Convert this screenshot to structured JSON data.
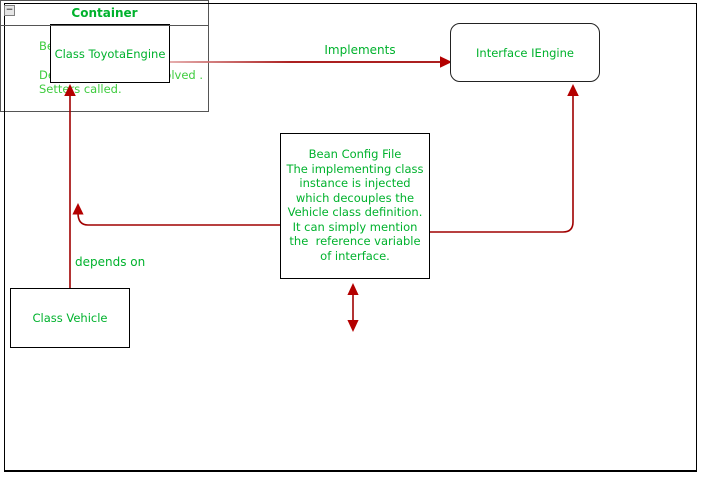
{
  "nodes": {
    "toyota_engine": {
      "label": "Class ToyotaEngine"
    },
    "iengine": {
      "label": "Interface IEngine"
    },
    "bean_config": {
      "lines": [
        "Bean Config File",
        "The implementing class",
        "instance is injected",
        "which decouples the",
        "Vehicle class definition.",
        "It can simply mention",
        "the  reference variable",
        "of interface."
      ]
    },
    "vehicle": {
      "label": "Class Vehicle"
    },
    "container": {
      "title": "Container",
      "body_lines": [
        "Bean Instantiation",
        "Dependencies are resolved .",
        "Setters called."
      ]
    }
  },
  "edges": {
    "implements": {
      "label": "Implements"
    },
    "depends_on": {
      "label": "depends on"
    }
  },
  "icons": {
    "collapse": "−"
  },
  "colors": {
    "node_text_green": "#00b22d",
    "container_body_green": "#3ecc3e",
    "arrow_dark_red": "#a00000",
    "arrowhead_red": "#b40000",
    "frame_black": "#000000"
  }
}
